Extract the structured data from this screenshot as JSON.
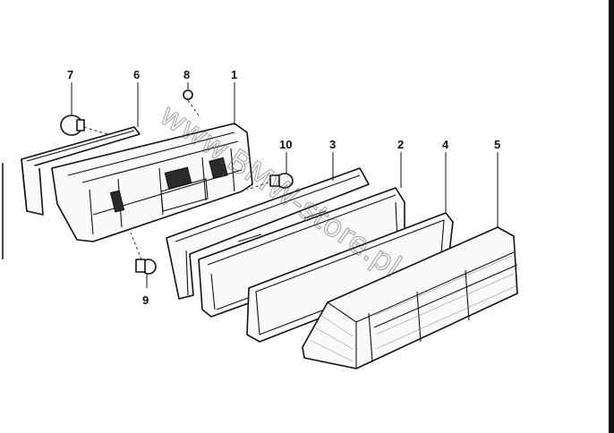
{
  "diagram": {
    "callouts": [
      {
        "id": "7",
        "label": "7"
      },
      {
        "id": "6",
        "label": "6"
      },
      {
        "id": "8",
        "label": "8"
      },
      {
        "id": "1",
        "label": "1"
      },
      {
        "id": "10",
        "label": "10"
      },
      {
        "id": "3",
        "label": "3"
      },
      {
        "id": "2",
        "label": "2"
      },
      {
        "id": "4",
        "label": "4"
      },
      {
        "id": "5",
        "label": "5"
      },
      {
        "id": "9",
        "label": "9"
      }
    ],
    "watermark": "www.BMW-store.pl"
  },
  "colors": {
    "line": "#111111",
    "background": "#ffffff"
  }
}
